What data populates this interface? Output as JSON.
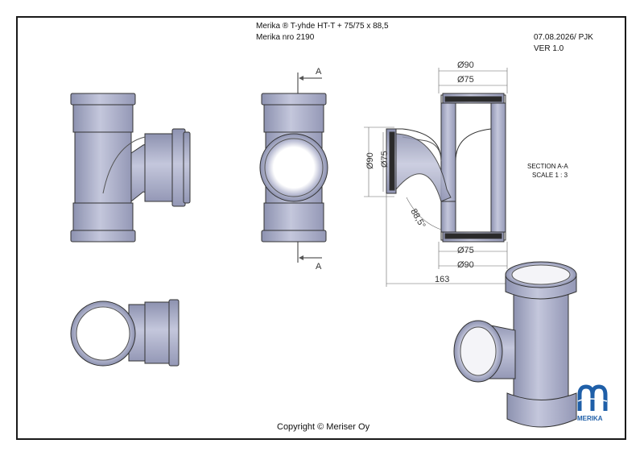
{
  "header": {
    "title": "Merika ® T-yhde HT-T + 75/75 x 88,5",
    "number": "Merika nro 2190",
    "date_author": "07.08.2026/ PJK",
    "version": "VER 1.0"
  },
  "section": {
    "title": "SECTION A-A",
    "scale": "SCALE 1 : 3",
    "marker_top": "A",
    "marker_bottom": "A"
  },
  "dimensions": {
    "top_outer": "Ø90",
    "top_inner": "Ø75",
    "side_outer": "Ø90",
    "side_inner": "Ø75",
    "bottom_inner": "Ø75",
    "bottom_outer": "Ø90",
    "angle": "88,5°",
    "length": "163"
  },
  "footer": {
    "copyright": "Copyright © Meriser Oy"
  },
  "logo": {
    "text": "MERIKA",
    "color": "#1f5fa8"
  },
  "colors": {
    "pipe_fill": "#a9adc8",
    "pipe_dark": "#8d92b0",
    "pipe_light": "#c4c7dc",
    "seal": "#2a2a2a"
  }
}
